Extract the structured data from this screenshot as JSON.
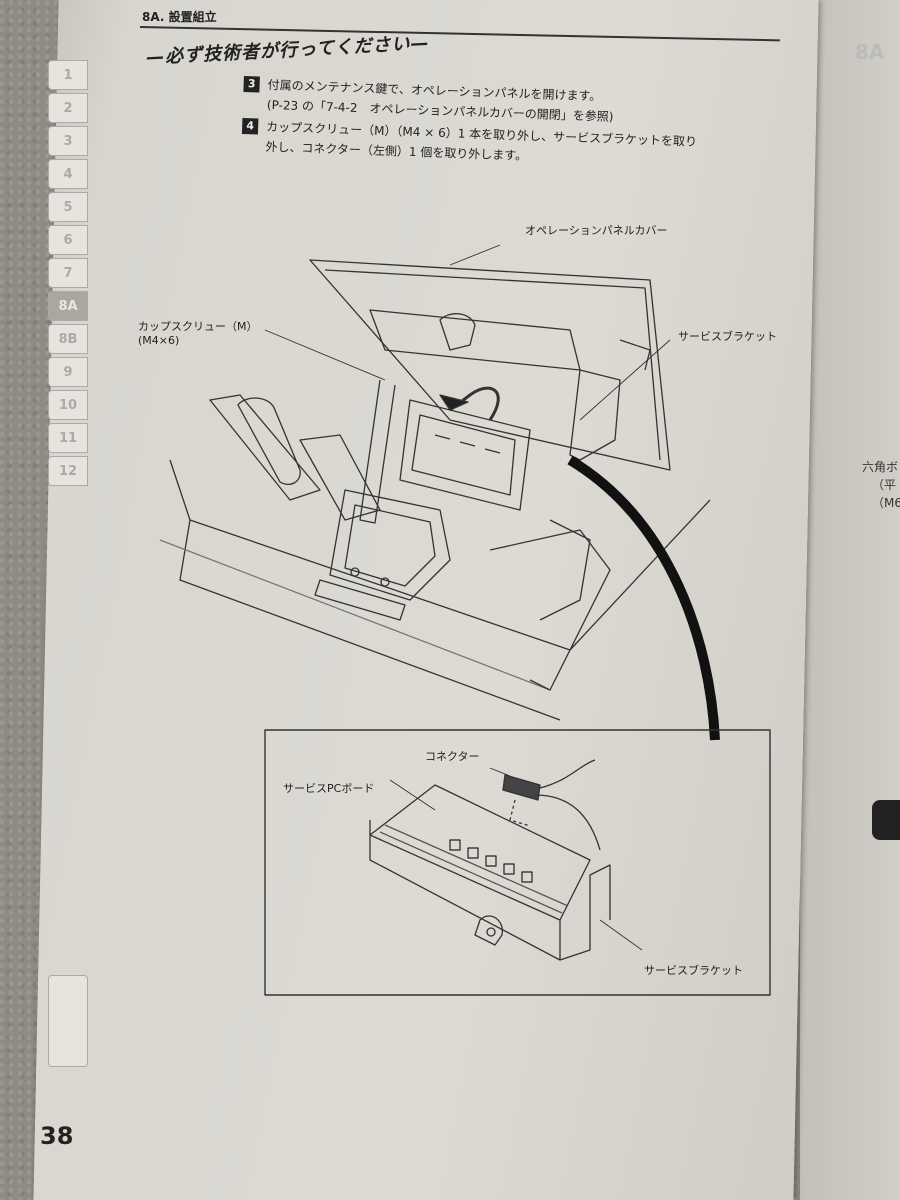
{
  "section_code": "8A. 設置組立",
  "header_title": "—必ず技術者が行ってください—",
  "chapter_tabs": [
    "1",
    "2",
    "3",
    "4",
    "5",
    "6",
    "7",
    "8A",
    "8B",
    "9",
    "10",
    "11",
    "12"
  ],
  "active_tab": "8A",
  "steps": [
    {
      "number": "3",
      "lines": [
        "付属のメンテナンス鍵で、オペレーションパネルを開けます。",
        "(P-23 の「7-4-2　オペレーションパネルカバーの開閉」を参照)"
      ]
    },
    {
      "number": "4",
      "lines": [
        "カップスクリュー（M）（M4 × 6）1 本を取り外し、サービスブラケットを取り",
        "外し、コネクター（左側）1 個を取り外します。"
      ]
    }
  ],
  "labels": {
    "operation_panel_cover": "オペレーションパネルカバー",
    "cup_screw": "カップスクリュー（M）",
    "cup_screw_size": "(M4×6)",
    "service_bracket_top": "サービスブラケット",
    "connector": "コネクター",
    "service_pc_board": "サービスPCボード",
    "service_bracket_bottom": "サービスブラケット"
  },
  "page_number": "38",
  "next_page_fragments": [
    "8A",
    "六角ボ",
    "（平",
    "（M6"
  ],
  "colors": {
    "paper": "#dcdad3",
    "ink": "#222222",
    "tab_active": "#a9a7a0"
  }
}
